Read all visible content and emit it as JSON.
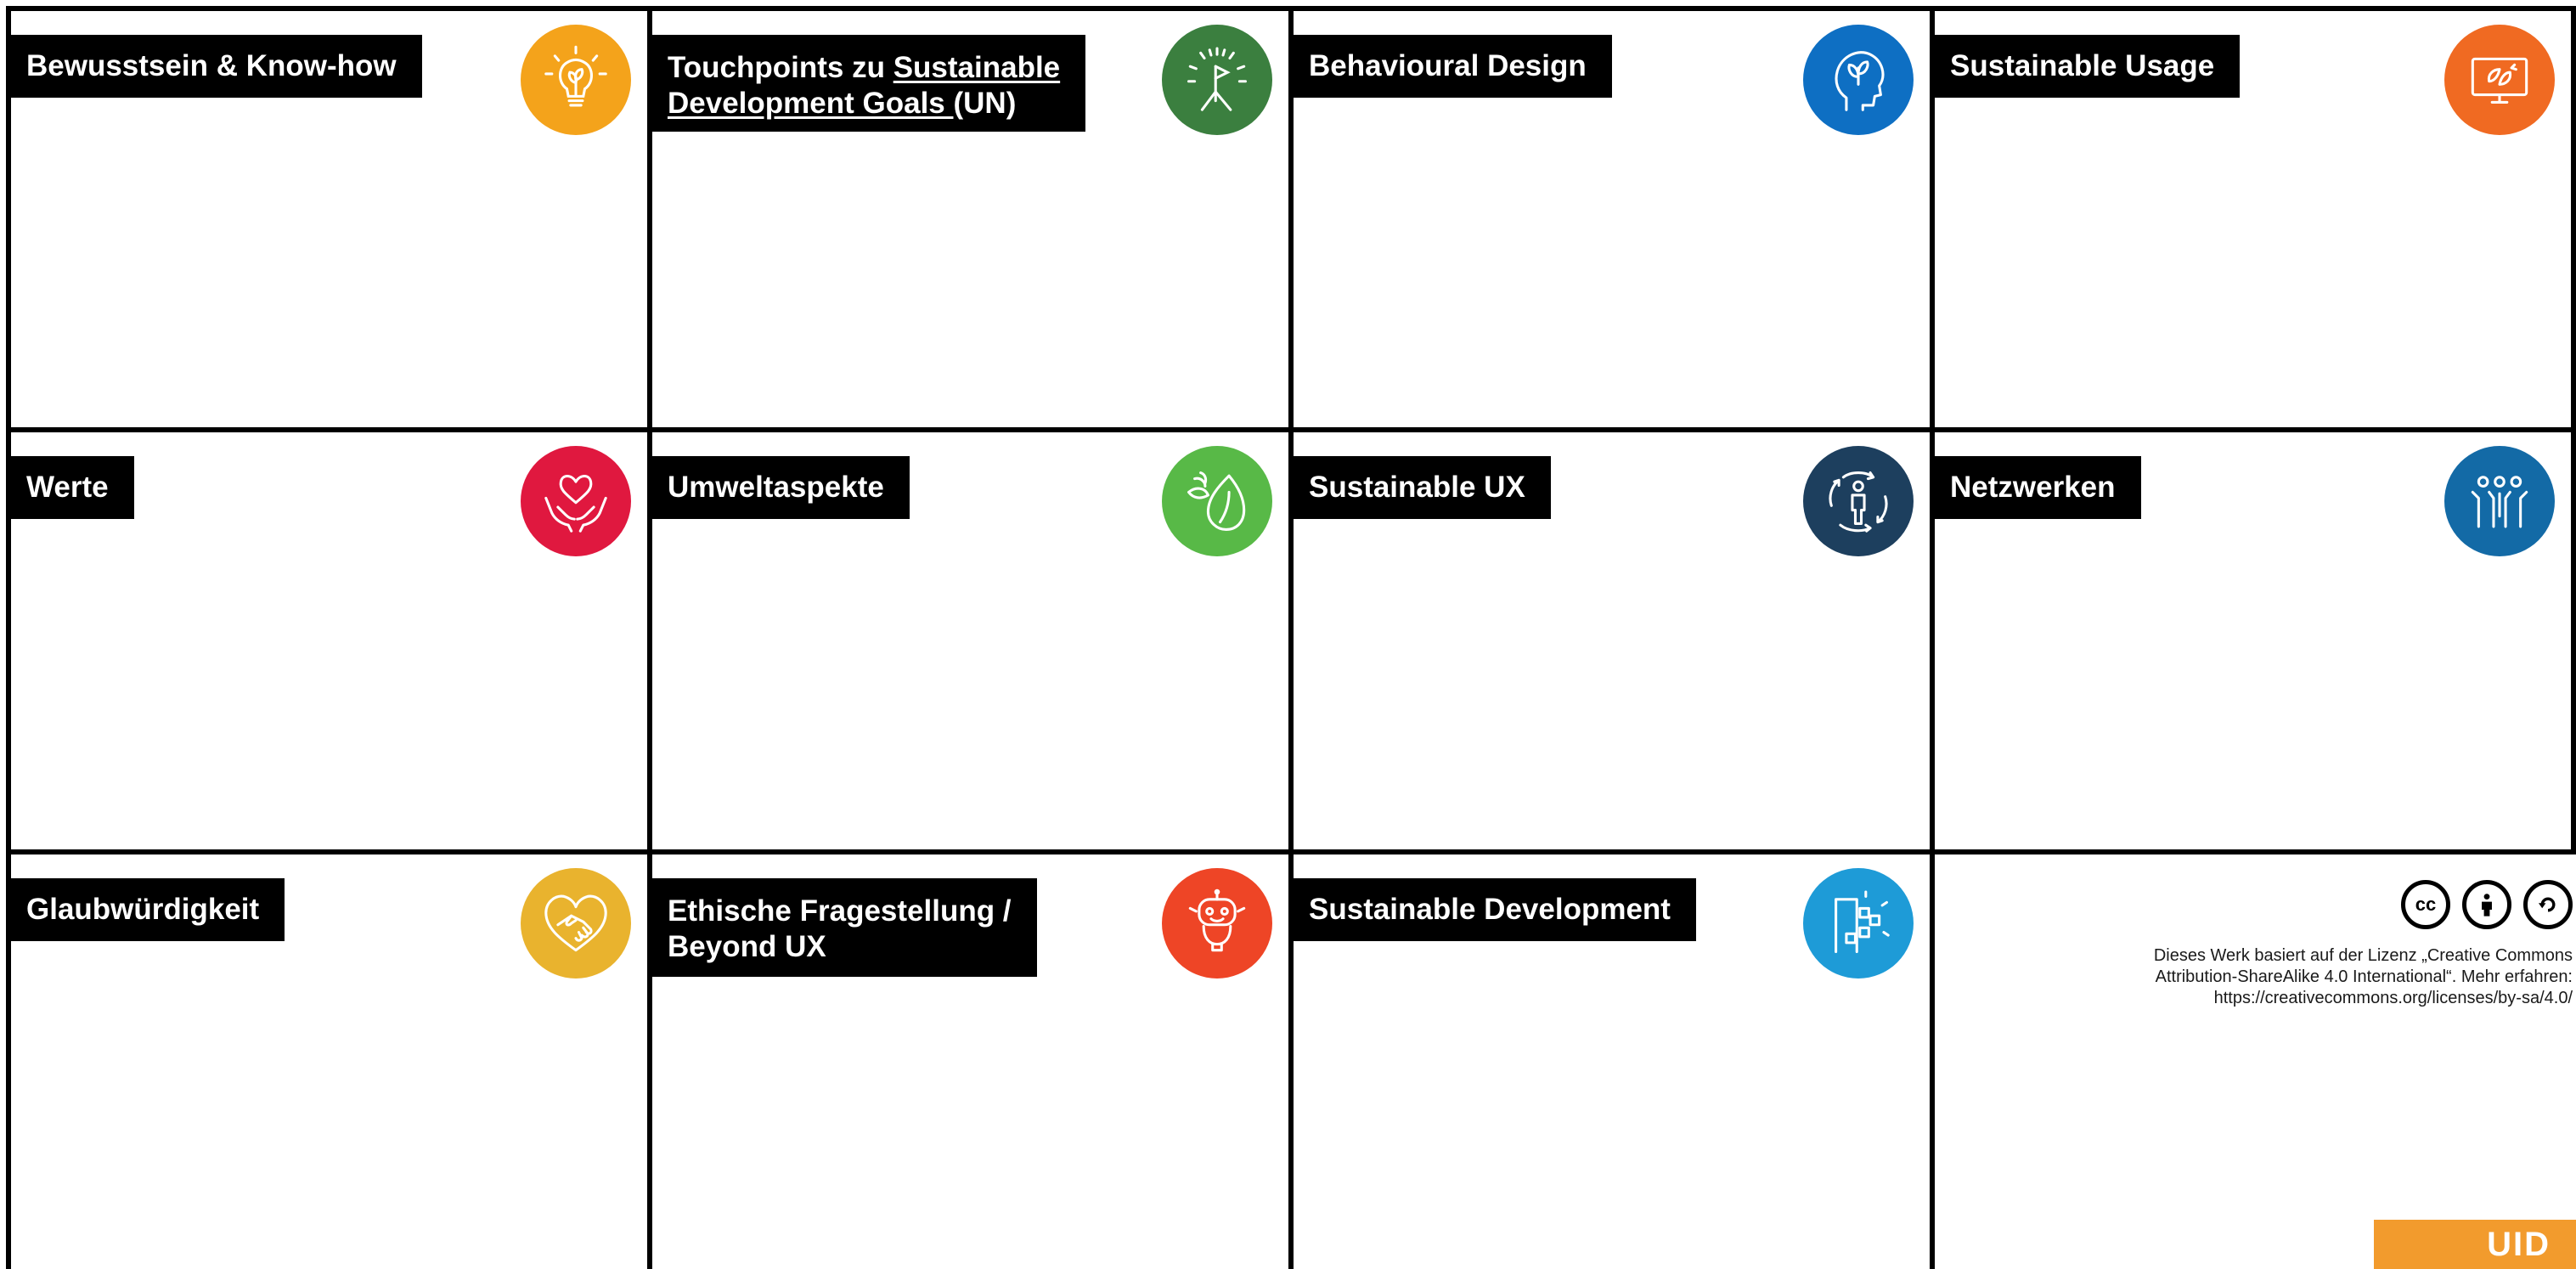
{
  "cells": [
    {
      "label": "Bewusstsein & Know-how",
      "icon": "lightbulb-icon",
      "color": "#F4A31B"
    },
    {
      "label_part1": "Touchpoints zu ",
      "label_link": "Sustainable Development Goals ",
      "label_part2": "(UN)",
      "icon": "sdg-flag-icon",
      "color": "#3B7F3F"
    },
    {
      "label": "Behavioural Design",
      "icon": "head-leaves-icon",
      "color": "#0E6FC3"
    },
    {
      "label": "Sustainable Usage",
      "icon": "monitor-leaves-icon",
      "color": "#F06A22"
    },
    {
      "label": "Werte",
      "icon": "heart-hands-icon",
      "color": "#E0183F"
    },
    {
      "label": "Umweltaspekte",
      "icon": "leaf-drop-icon",
      "color": "#58B947"
    },
    {
      "label": "Sustainable UX",
      "icon": "person-cycle-icon",
      "color": "#1D3F5E"
    },
    {
      "label": "Netzwerken",
      "icon": "people-network-icon",
      "color": "#136AA6"
    },
    {
      "label": "Glaubwürdigkeit",
      "icon": "handshake-heart-icon",
      "color": "#E9B32E"
    },
    {
      "label_line1": "Ethische Fragestellung /",
      "label_line2": "Beyond UX",
      "icon": "robot-icon",
      "color": "#EE4526"
    },
    {
      "label": "Sustainable Development",
      "icon": "building-blocks-icon",
      "color": "#1E9BD7"
    }
  ],
  "license": {
    "line1": "Dieses Werk basiert auf der Lizenz „Creative Commons",
    "line2": "Attribution-ShareAlike 4.0 International“. Mehr erfahren:",
    "line3": "https://creativecommons.org/licenses/by-sa/4.0/",
    "cc_label": "cc"
  },
  "logo": {
    "text": "UID",
    "color": "#F29B2D"
  }
}
